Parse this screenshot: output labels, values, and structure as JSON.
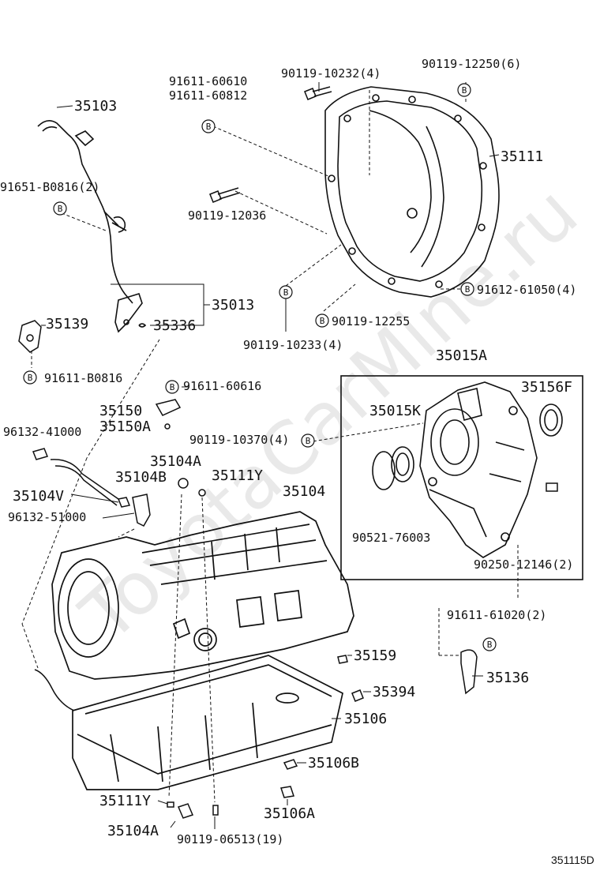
{
  "watermark": "ToyotaCarMine.ru",
  "diagram_ref": "351115D",
  "bolt_marker": "B",
  "labels": {
    "p35103": "35103",
    "p91651": "91651-B0816(2)",
    "p35013": "35013",
    "p35336": "35336",
    "p35139": "35139",
    "p91611b": "91611-B0816",
    "p91611_60610": "91611-60610",
    "p91611_60812": "91611-60812",
    "p90119_10232": "90119-10232(4)",
    "p90119_12250": "90119-12250(6)",
    "p35111": "35111",
    "p90119_12036": "90119-12036",
    "p91612": "91612-61050(4)",
    "p90119_12255": "90119-12255",
    "p90119_10233": "90119-10233(4)",
    "p35015a": "35015A",
    "p35156f": "35156F",
    "p35015k": "35015K",
    "p90521": "90521-76003",
    "p90250": "90250-12146(2)",
    "p91611_60616": "91611-60616",
    "p35150": "35150",
    "p35150a": "35150A",
    "p90119_10370": "90119-10370(4)",
    "p96132_41000": "96132-41000",
    "p35104a_top": "35104A",
    "p35104b": "35104B",
    "p35111y_top": "35111Y",
    "p35104v": "35104V",
    "p96132_51000": "96132-51000",
    "p35104": "35104",
    "p91611_61020": "91611-61020(2)",
    "p35136": "35136",
    "p35159": "35159",
    "p35394": "35394",
    "p35106": "35106",
    "p35106b": "35106B",
    "p35111y_bot": "35111Y",
    "p35106a": "35106A",
    "p35104a_bot": "35104A",
    "p90119_06513": "90119-06513(19)"
  }
}
